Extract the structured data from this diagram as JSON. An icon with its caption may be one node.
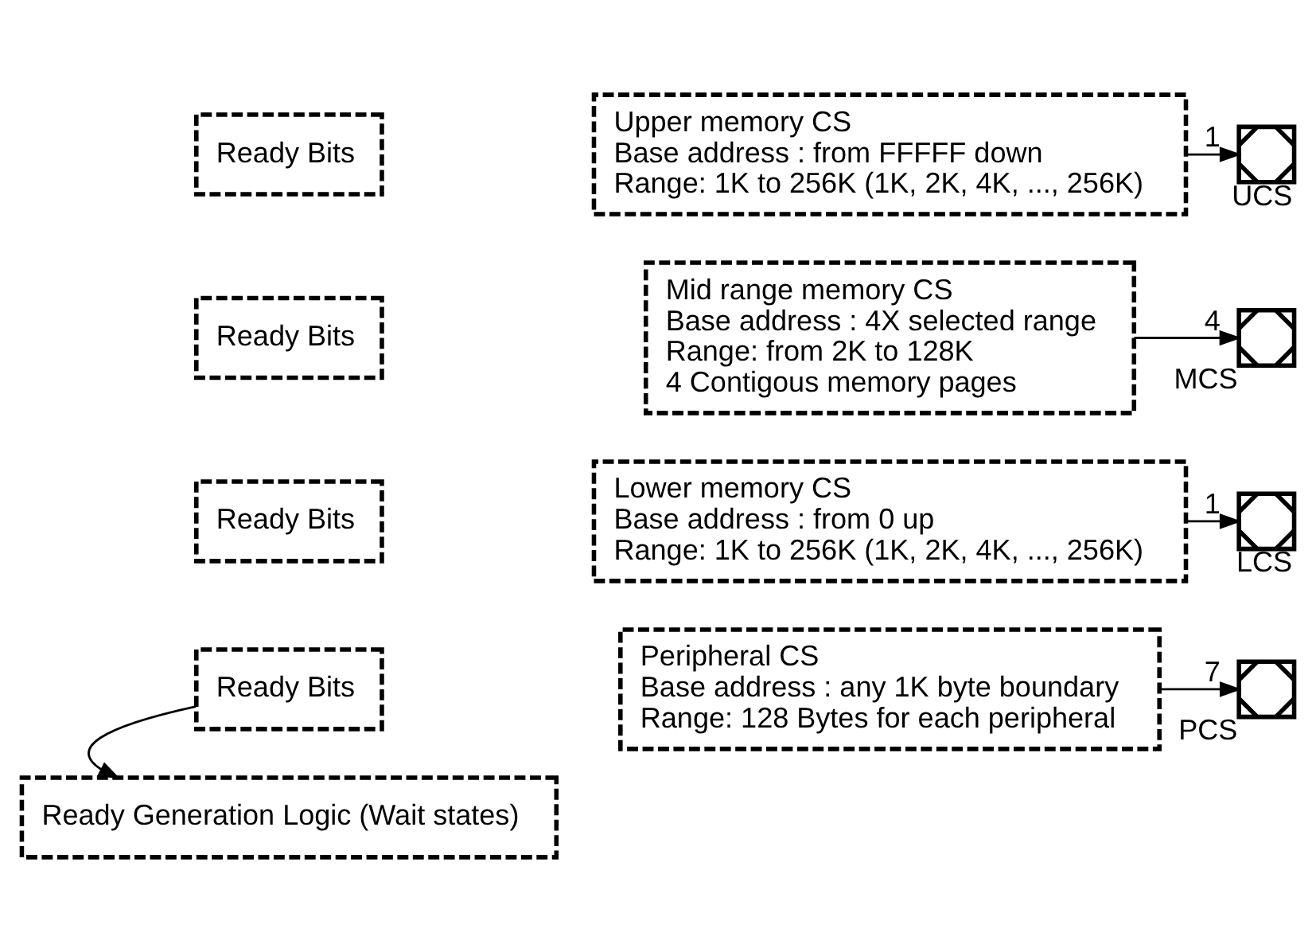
{
  "diagram": {
    "nodes": [
      {
        "text": [
          "Ready Bits"
        ]
      },
      {
        "text": [
          "Upper memory CS",
          "Base address : from FFFFF down",
          "Range: 1K to 256K (1K, 2K, 4K, ..., 256K)"
        ]
      },
      {
        "text": [],
        "shape": "box",
        "beside": [
          "UCS"
        ]
      },
      {
        "text": [
          "Ready Bits"
        ]
      },
      {
        "text": [
          "Mid range memory CS",
          "Base address : 4X selected range",
          "Range: from 2K to 128K",
          "4 Contigous memory pages"
        ]
      },
      {
        "text": [],
        "shape": "box",
        "beside": [
          "MCS"
        ]
      },
      {
        "text": [
          "Ready Bits"
        ]
      },
      {
        "text": [
          "Lower memory CS",
          "Base address : from 0 up",
          "Range: 1K to 256K (1K, 2K, 4K, ..., 256K)"
        ]
      },
      {
        "text": [],
        "shape": "box",
        "beside": [
          "LCS"
        ]
      },
      {
        "text": [
          "Ready Bits"
        ]
      },
      {
        "text": [
          "Peripheral CS",
          "Base address : any 1K byte boundary",
          "Range: 128 Bytes for each peripheral"
        ]
      },
      {
        "text": [],
        "shape": "box",
        "beside": [
          "PCS"
        ]
      },
      {
        "text": [
          "Ready Generation Logic (Wait states)"
        ]
      }
    ],
    "edges": [
      {
        "from": 1,
        "to": 2,
        "arrow": "to",
        "label": "1"
      },
      {
        "from": 4,
        "to": 5,
        "arrow": "to",
        "label": "4"
      },
      {
        "from": 7,
        "to": 8,
        "arrow": "to",
        "label": "1"
      },
      {
        "from": 10,
        "to": 11,
        "arrow": "to",
        "label": "7"
      },
      {
        "from": 9,
        "to": 12,
        "arrow": "to"
      }
    ]
  }
}
